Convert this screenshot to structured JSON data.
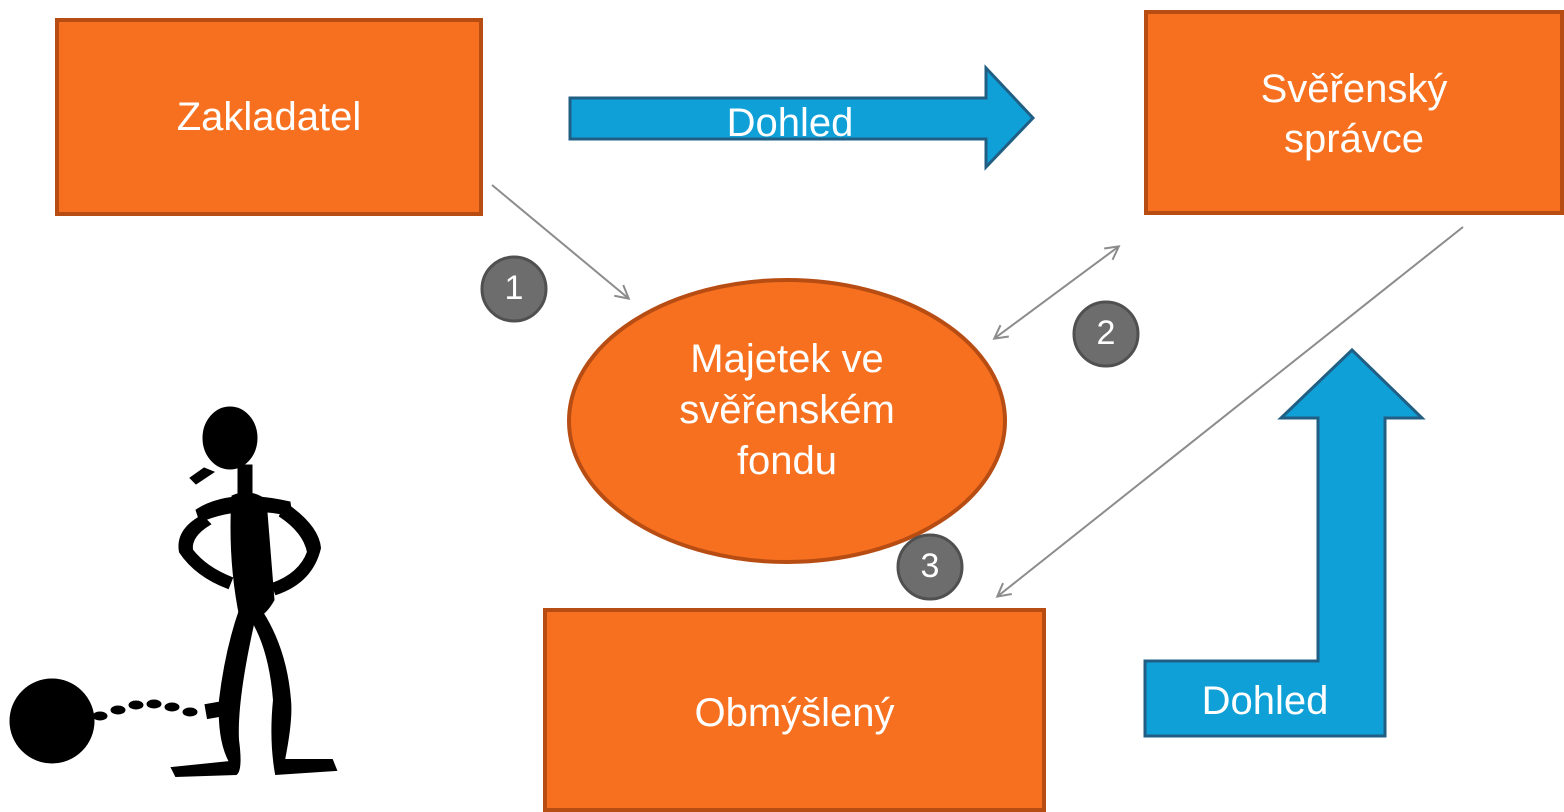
{
  "nodes": {
    "settlor": "Zakladatel",
    "trustee_line1": "Svěřenský",
    "trustee_line2": "správce",
    "property_line1": "Majetek ve",
    "property_line2": "svěřenském",
    "property_line3": "fondu",
    "beneficiary": "Obmýšlený"
  },
  "arrows": {
    "top_label": "Dohled",
    "right_label": "Dohled"
  },
  "badges": [
    "1",
    "2",
    "3"
  ],
  "colors": {
    "box_fill": "#f7701f",
    "box_border": "#b84d14",
    "arrow_fill": "#0fa0d8",
    "arrow_border": "#215e83",
    "badge_fill": "#6d6d6d",
    "connector": "#8c8c8c"
  },
  "illustration": "prisoner-with-ball-and-chain"
}
